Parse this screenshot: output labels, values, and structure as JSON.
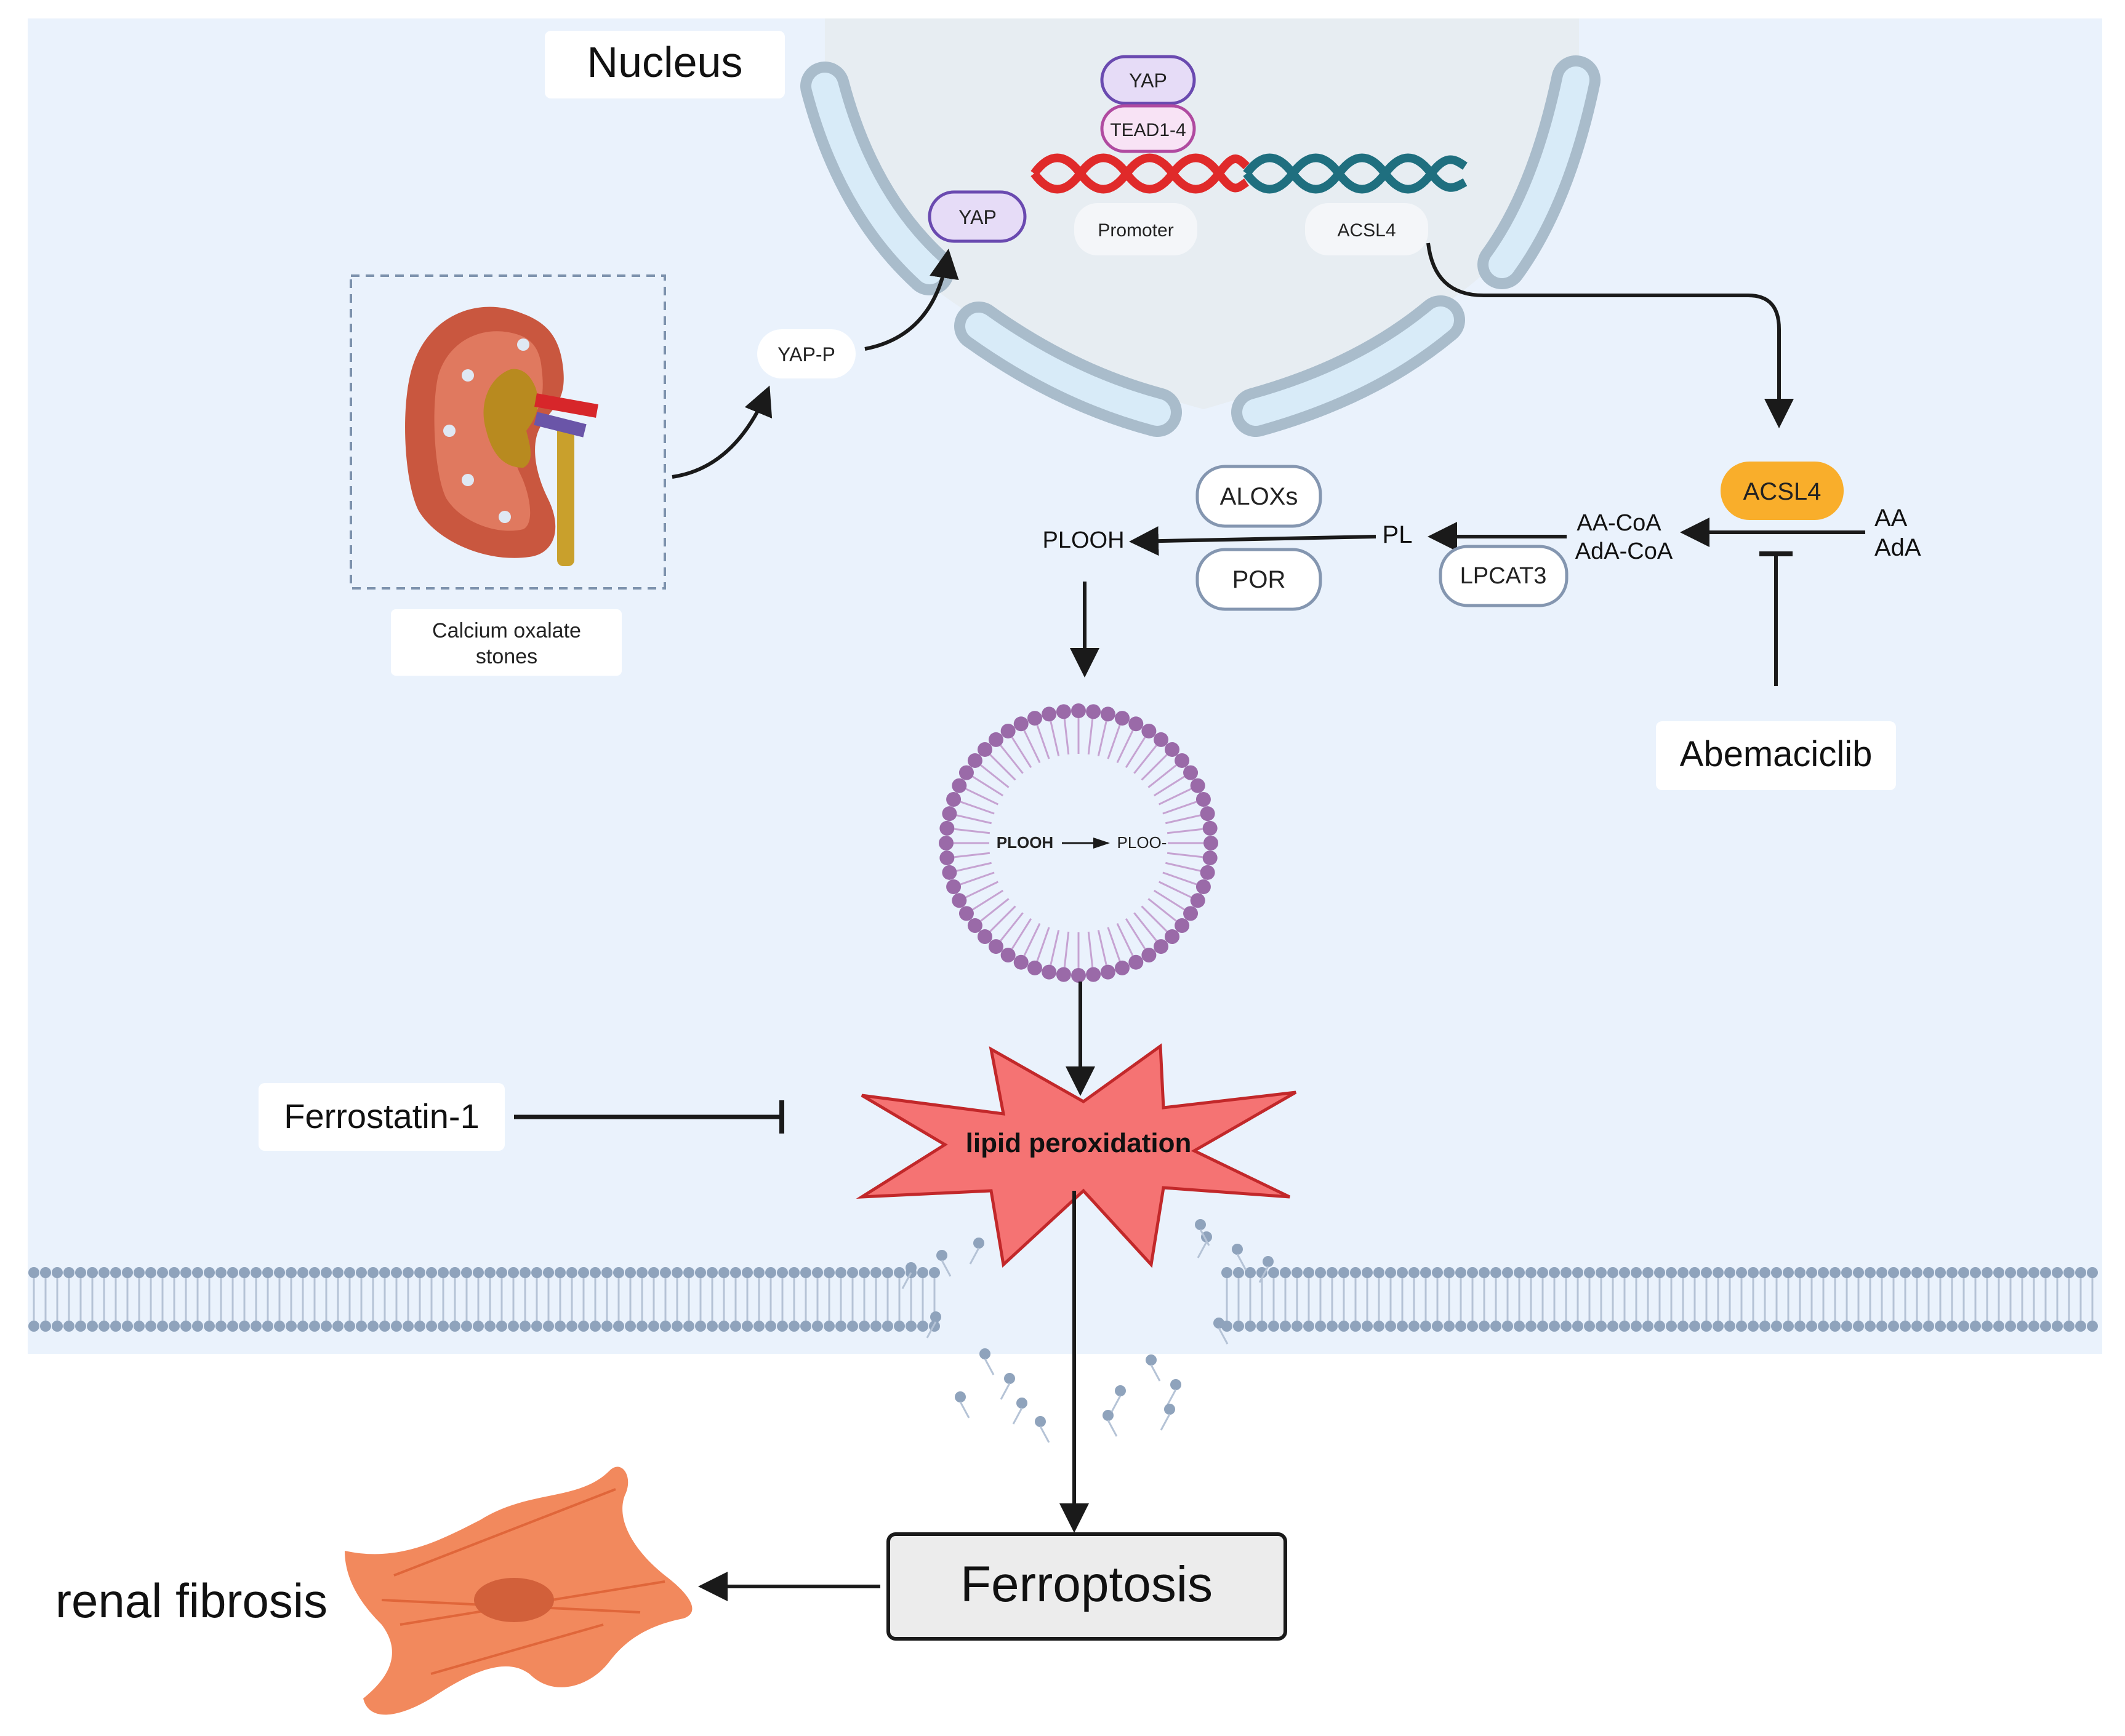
{
  "nucleus": {
    "title": "Nucleus",
    "yap_top": "YAP",
    "tead": "TEAD1-4",
    "yap_free": "YAP",
    "promoter": "Promoter",
    "gene": "ACSL4"
  },
  "stimulus": {
    "kidney_caption_line1": "Calcium oxalate",
    "kidney_caption_line2": "stones",
    "yap_p": "YAP-P"
  },
  "pathway": {
    "acsl4_enzyme": "ACSL4",
    "substrate_line1": "AA",
    "substrate_line2": "AdA",
    "coa_line1": "AA-CoA",
    "coa_line2": "AdA-CoA",
    "pl": "PL",
    "lpcat3": "LPCAT3",
    "alox": "ALOXs",
    "por": "POR",
    "plooh": "PLOOH",
    "inhibitor": "Abemaciclib"
  },
  "vesicle": {
    "from": "PLOOH",
    "to": "PLOO-"
  },
  "peroxidation": {
    "label": "lipid peroxidation",
    "inhibitor": "Ferrostatin-1"
  },
  "outcome": {
    "ferroptosis": "Ferroptosis",
    "fibrosis": "renal fibrosis"
  },
  "colors": {
    "cell_bg": "#eaf2fc",
    "nucleus_bg": "#e7edf2",
    "pore_fill": "#d8ebf8",
    "pore_stroke": "#a9bccb",
    "acsl4_fill": "#f9ae2b",
    "yap_fill": "#e6dcf7",
    "yap_stroke": "#6a4ab0",
    "tead_fill": "#f8e3f5",
    "tead_stroke": "#b04aa0",
    "dna_red": "#e02a2a",
    "dna_teal": "#1f6f7f",
    "vesicle_head": "#9a6aa8",
    "star_fill": "#f57373",
    "star_stroke": "#c2282a",
    "membrane_head": "#8fa3bc",
    "fibroblast": "#f2895d"
  }
}
